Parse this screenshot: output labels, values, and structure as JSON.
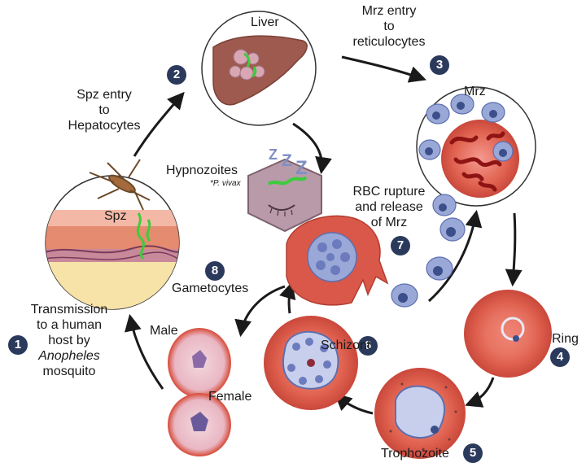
{
  "steps": [
    {
      "n": "1",
      "text": [
        "Transmission",
        "to a human",
        "host by",
        "Anopheles",
        "mosquito"
      ]
    },
    {
      "n": "2",
      "text": [
        "Spz entry",
        "to",
        "Hepatocytes"
      ]
    },
    {
      "n": "3",
      "text": [
        "Mrz entry",
        "to",
        "reticulocytes"
      ]
    },
    {
      "n": "4",
      "text": [
        "Ring"
      ]
    },
    {
      "n": "5",
      "text": [
        "Trophozoite"
      ]
    },
    {
      "n": "6",
      "text": [
        "Schizont"
      ]
    },
    {
      "n": "7",
      "text": [
        "RBC rupture",
        "and release",
        "of Mrz"
      ]
    },
    {
      "n": "8",
      "text": [
        "Gametocytes"
      ]
    }
  ],
  "labels": {
    "liver": "Liver",
    "mrz": "Mrz",
    "spz": "Spz",
    "hypnozoites": "Hypnozoites",
    "hypnozoites_note": "*P. vivax",
    "male": "Male",
    "female": "Female"
  },
  "colors": {
    "badge": "#2b3a5c",
    "rbc": "#d9584a",
    "rbc_light": "#f28a80",
    "liver": "#9e5a4e",
    "parasite": "#9aa8d8",
    "nucleus": "#3c4f8a",
    "arrow": "#1a1a1a",
    "green": "#3ccc3c"
  }
}
